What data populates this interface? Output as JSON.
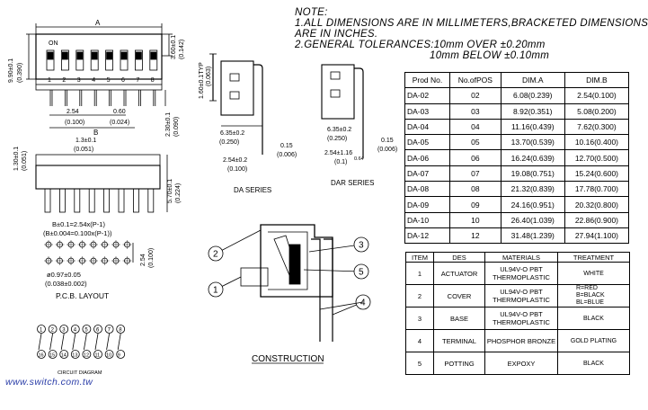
{
  "note": {
    "title": "NOTE:",
    "line1": "1.ALL DIMENSIONS ARE IN MILLIMETERS,BRACKETED DIMENSIONS",
    "line1b": "ARE IN INCHES.",
    "line2": "2.GENERAL TOLERANCES:10mm OVER ±0.20mm",
    "line3": "10mm BELOW ±0.10mm"
  },
  "top_view": {
    "label_a": "A",
    "label_b": "B",
    "on_label": "ON",
    "pins": [
      "1",
      "2",
      "3",
      "4",
      "5",
      "6",
      "7",
      "8"
    ],
    "dim_left_height": "9.90±0.1",
    "dim_left_height_in": "(0.390)",
    "dim_right_height": "3.60±0.1",
    "dim_right_height_in": "(0.142)",
    "dim_pitch": "2.54",
    "dim_pitch_in": "(0.100)",
    "dim_lead": "0.60",
    "dim_lead_in": "(0.024)",
    "dim_lead_len": "2.30±0.1",
    "dim_lead_len_in": "(0.090)"
  },
  "side_view": {
    "dim_h": "1.30±0.1",
    "dim_h_in": "(0.051)",
    "dim_w": "1.3±0.1",
    "dim_w_in": "(0.051)",
    "dim_total": "5.70±0.1",
    "dim_total_in": "(0.224)"
  },
  "pcb_layout": {
    "formula1": "B±0.1=2.54x(P-1)",
    "formula2": "(B±0.004=0.100x(P-1))",
    "hole": "ø0.97±0.05",
    "hole_in": "(0.038±0.002)",
    "row_dim": "2.54",
    "row_dim_in": "(0.100)",
    "caption": "P.C.B.  LAYOUT"
  },
  "circuit": {
    "top_pins": [
      "1",
      "2",
      "3",
      "4",
      "5",
      "6",
      "7",
      "8"
    ],
    "bottom_pins": [
      "16",
      "15",
      "14",
      "13",
      "12",
      "11",
      "10",
      "9"
    ],
    "caption": "CIRCUIT DIAGRAM"
  },
  "da_series": {
    "caption": "DA SERIES",
    "dim_height": "1.60±0.1TYP",
    "dim_height_in": "(0.063)",
    "dim_635": "6.35±0.2",
    "dim_635_in": "(0.250)",
    "dim_254": "2.54±0.2",
    "dim_254_in": "(0.100)",
    "dim_015": "0.15",
    "dim_015_in": "(0.006)"
  },
  "dar_series": {
    "caption": "DAR  SERIES",
    "dim_635": "6.35±0.2",
    "dim_635_in": "(0.250)",
    "dim_254": "2.54±1.16",
    "dim_254_in": "(0.1)",
    "dim_064": "0.64",
    "dim_015": "0.15",
    "dim_015_in": "(0.006)"
  },
  "construction": {
    "caption": "CONSTRUCTION",
    "callouts": [
      "1",
      "2",
      "3",
      "4",
      "5"
    ]
  },
  "dim_table": {
    "headers": [
      "Prod No.",
      "No.ofPOS",
      "DIM.A",
      "DIM.B"
    ],
    "rows": [
      [
        "DA-02",
        "02",
        "6.08(0.239)",
        "2.54(0.100)"
      ],
      [
        "DA-03",
        "03",
        "8.92(0.351)",
        "5.08(0.200)"
      ],
      [
        "DA-04",
        "04",
        "11.16(0.439)",
        "7.62(0.300)"
      ],
      [
        "DA-05",
        "05",
        "13.70(0.539)",
        "10.16(0.400)"
      ],
      [
        "DA-06",
        "06",
        "16.24(0.639)",
        "12.70(0.500)"
      ],
      [
        "DA-07",
        "07",
        "19.08(0.751)",
        "15.24(0.600)"
      ],
      [
        "DA-08",
        "08",
        "21.32(0.839)",
        "17.78(0.700)"
      ],
      [
        "DA-09",
        "09",
        "24.16(0.951)",
        "20.32(0.800)"
      ],
      [
        "DA-10",
        "10",
        "26.40(1.039)",
        "22.86(0.900)"
      ],
      [
        "DA-12",
        "12",
        "31.48(1.239)",
        "27.94(1.100)"
      ]
    ]
  },
  "mat_table": {
    "headers": [
      "ITEM",
      "DES",
      "MATERIALS",
      "TREATMENT"
    ],
    "rows": [
      {
        "item": "1",
        "des": "ACTUATOR",
        "mat1": "UL94V-O PBT",
        "mat2": "THERMOPLASTIC",
        "treat": [
          "WHITE"
        ]
      },
      {
        "item": "2",
        "des": "COVER",
        "mat1": "UL94V-O PBT",
        "mat2": "THERMOPLASTIC",
        "treat": [
          "R=RED",
          "B=BLACK",
          "BL=BLUE"
        ]
      },
      {
        "item": "3",
        "des": "BASE",
        "mat1": "UL94V-O PBT",
        "mat2": "THERMOPLASTIC",
        "treat": [
          "BLACK"
        ]
      },
      {
        "item": "4",
        "des": "TERMINAL",
        "mat1": "PHOSPHOR BRONZE",
        "mat2": "",
        "treat": [
          "GOLD PLATING"
        ]
      },
      {
        "item": "5",
        "des": "POTTING",
        "mat1": "EXPOXY",
        "mat2": "",
        "treat": [
          "BLACK"
        ]
      }
    ]
  },
  "watermark": "www.switch.com.tw"
}
